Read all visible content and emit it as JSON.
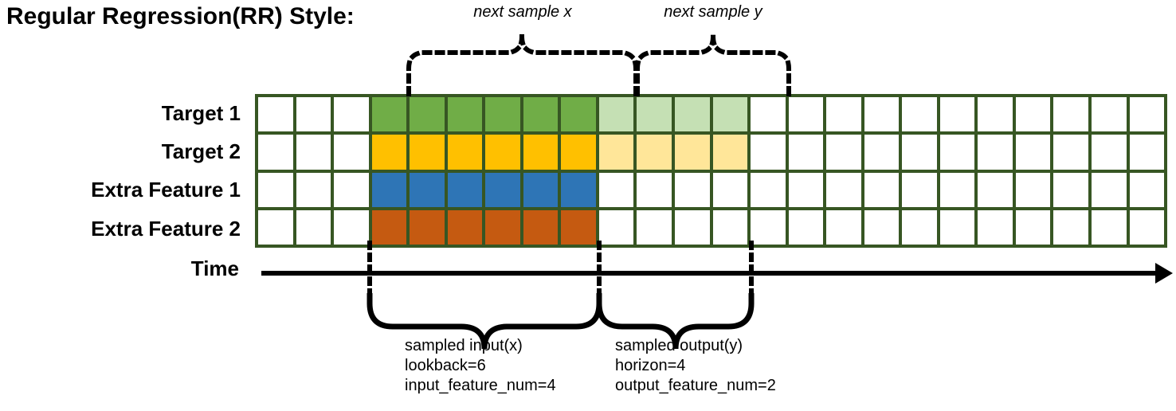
{
  "title": "Regular Regression(RR) Style:",
  "time_axis_label": "Time",
  "annotations": {
    "next_sample_x": "next sample x",
    "next_sample_y": "next sample y"
  },
  "rows": [
    {
      "label": "Target 1",
      "fill_input": "#70ad47",
      "fill_output": "#c5e0b4"
    },
    {
      "label": "Target 2",
      "fill_input": "#ffc000",
      "fill_output": "#ffe699"
    },
    {
      "label": "Extra Feature 1",
      "fill_input": "#2e75b6",
      "fill_output": "#ffffff"
    },
    {
      "label": "Extra Feature 2",
      "fill_input": "#c55a11",
      "fill_output": "#ffffff"
    }
  ],
  "grid": {
    "total_columns": 24,
    "leading_blank_columns": 3,
    "input_columns": 6,
    "output_columns": 4,
    "trailing_blank_columns": 11,
    "border_color": "#375623",
    "empty_cell_color": "#ffffff"
  },
  "captions": {
    "input": {
      "line1": "sampled input(x)",
      "line2": "lookback=6",
      "line3": "input_feature_num=4"
    },
    "output": {
      "line1": "sampled output(y)",
      "line2": "horizon=4",
      "line3": "output_feature_num=2"
    }
  },
  "colors": {
    "grid_border": "#375623",
    "target1": "#70ad47",
    "target1_light": "#c5e0b4",
    "target2": "#ffc000",
    "target2_light": "#ffe699",
    "extra1": "#2e75b6",
    "extra2": "#c55a11",
    "line": "#000000"
  }
}
